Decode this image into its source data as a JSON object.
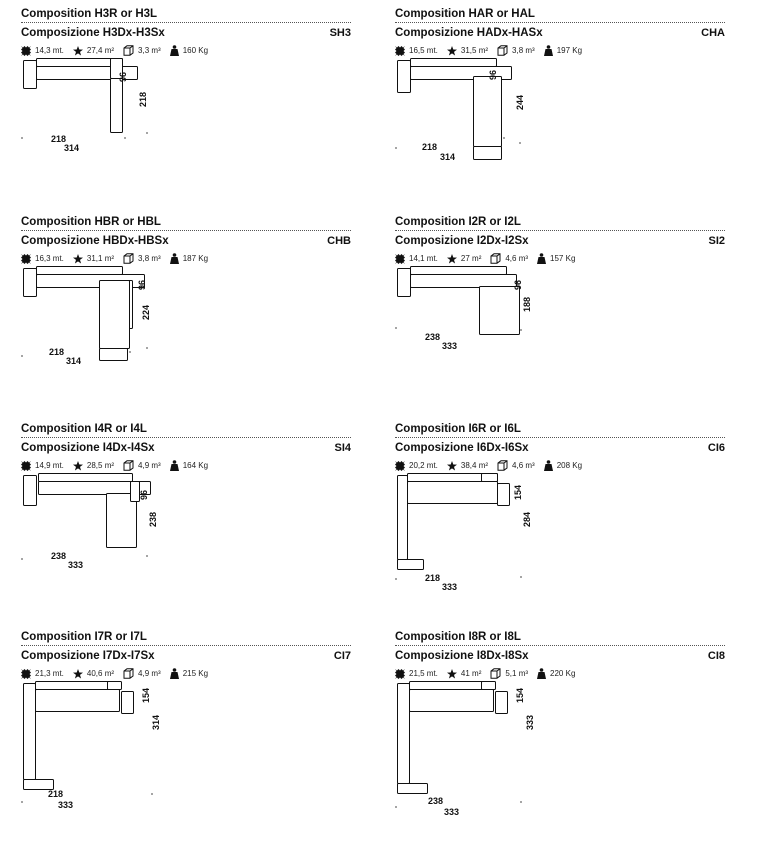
{
  "icons": [
    "area-icon",
    "fabric-icon",
    "volume-icon",
    "weight-icon"
  ],
  "cards": [
    {
      "title": "Composition H3R or H3L",
      "subtitle": "Composizione H3Dx-H3Sx",
      "code": "SH3",
      "specs": {
        "length": "14,3 mt.",
        "fabric": "27,4 m²",
        "volume": "3,3 m³",
        "weight": "160 Kg"
      },
      "dims": {
        "width_a": "218",
        "width_b": "314",
        "vert_a": "96",
        "vert_b": "218"
      }
    },
    {
      "title": "Composition HAR or HAL",
      "subtitle": "Composizione HADx-HASx",
      "code": "CHA",
      "specs": {
        "length": "16,5 mt.",
        "fabric": "31,5 m²",
        "volume": "3,8 m³",
        "weight": "197 Kg"
      },
      "dims": {
        "width_a": "218",
        "width_b": "314",
        "vert_a": "96",
        "vert_b": "244"
      }
    },
    {
      "title": "Composition HBR or HBL",
      "subtitle": "Composizione HBDx-HBSx",
      "code": "CHB",
      "specs": {
        "length": "16,3 mt.",
        "fabric": "31,1 m²",
        "volume": "3,8 m³",
        "weight": "187 Kg"
      },
      "dims": {
        "width_a": "218",
        "width_b": "314",
        "vert_a": "96",
        "vert_b": "224"
      }
    },
    {
      "title": "Composition I2R or I2L",
      "subtitle": "Composizione I2Dx-I2Sx",
      "code": "SI2",
      "specs": {
        "length": "14,1 mt.",
        "fabric": "27 m²",
        "volume": "4,6 m³",
        "weight": "157 Kg"
      },
      "dims": {
        "width_a": "238",
        "width_b": "333",
        "vert_a": "96",
        "vert_b": "188"
      }
    },
    {
      "title": "Composition I4R or I4L",
      "subtitle": "Composizione I4Dx-I4Sx",
      "code": "SI4",
      "specs": {
        "length": "14,9 mt.",
        "fabric": "28,5 m²",
        "volume": "4,9 m³",
        "weight": "164 Kg"
      },
      "dims": {
        "width_a": "238",
        "width_b": "333",
        "vert_a": "96",
        "vert_b": "238"
      }
    },
    {
      "title": "Composition I6R or I6L",
      "subtitle": "Composizione I6Dx-I6Sx",
      "code": "CI6",
      "specs": {
        "length": "20,2 mt.",
        "fabric": "38,4 m²",
        "volume": "4,6 m³",
        "weight": "208 Kg"
      },
      "dims": {
        "width_a": "218",
        "width_b": "333",
        "vert_a": "154",
        "vert_b": "284"
      }
    },
    {
      "title": "Composition I7R or I7L",
      "subtitle": "Composizione I7Dx-I7Sx",
      "code": "CI7",
      "specs": {
        "length": "21,3 mt.",
        "fabric": "40,6 m²",
        "volume": "4,9 m³",
        "weight": "215 Kg"
      },
      "dims": {
        "width_a": "218",
        "width_b": "333",
        "vert_a": "154",
        "vert_b": "314"
      }
    },
    {
      "title": "Composition I8R or I8L",
      "subtitle": "Composizione I8Dx-I8Sx",
      "code": "CI8",
      "specs": {
        "length": "21,5 mt.",
        "fabric": "41 m²",
        "volume": "5,1 m³",
        "weight": "220 Kg"
      },
      "dims": {
        "width_a": "238",
        "width_b": "333",
        "vert_a": "154",
        "vert_b": "333"
      }
    }
  ]
}
